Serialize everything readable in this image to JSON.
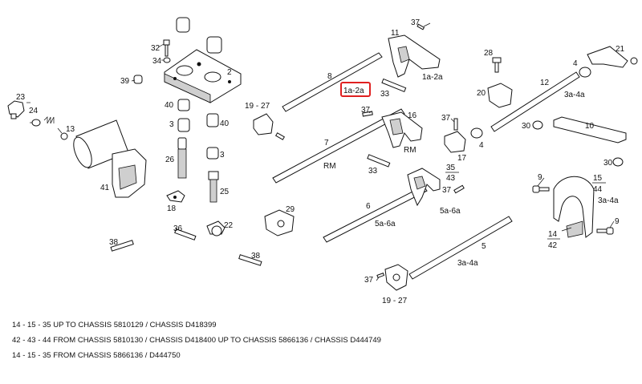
{
  "labels": {
    "l1": "1a-2a",
    "l2": "2",
    "l3a": "3",
    "l3b": "3",
    "l4a": "4",
    "l4b": "4",
    "l5": "5",
    "l6": "6",
    "l7": "7",
    "l8": "8",
    "l9a": "9",
    "l9b": "9",
    "l10": "10",
    "l11": "11",
    "l12": "12",
    "l13": "13",
    "l14": "14",
    "l15": "15",
    "l16": "16",
    "l17": "17",
    "l18": "18",
    "l19a": "19 - 27",
    "l19b": "19 - 27",
    "l20": "20",
    "l21": "21",
    "l22": "22",
    "l23": "23",
    "l24": "24",
    "l25": "25",
    "l26": "26",
    "l28": "28",
    "l29": "29",
    "l30a": "30",
    "l30b": "30",
    "l32": "32",
    "l33a": "33",
    "l33b": "33",
    "l34": "34",
    "l35": "35",
    "l36": "36",
    "l37a": "37",
    "l37b": "37",
    "l37c": "37",
    "l37d": "37",
    "l38a": "38",
    "l38b": "38",
    "l39": "39",
    "l40a": "40",
    "l40b": "40",
    "l41": "41",
    "l42": "42",
    "l43": "43",
    "l44": "44",
    "l_rm1": "RM",
    "l_rm2": "RM",
    "l_1a2a_shaft": "1a-2a",
    "l_3a4a_12": "3a-4a",
    "l_5a6a_6": "5a-6a",
    "l_5a6a_35": "5a-6a",
    "l_3a4a_5": "3a-4a",
    "l_3a4a_15": "3a-4a",
    "l_1a2a_fork": "1a-2a",
    "l_24": "24"
  },
  "notes": [
    "14 - 15 - 35 UP TO CHASSIS 5810129 / CHASSIS D418399",
    "42 - 43 - 44 FROM CHASSIS 5810130 / CHASSIS D418400 UP TO CHASSIS 5866136 / CHASSIS D444749",
    "14 - 15 - 35 FROM CHASSIS 5866136 / D444750"
  ]
}
